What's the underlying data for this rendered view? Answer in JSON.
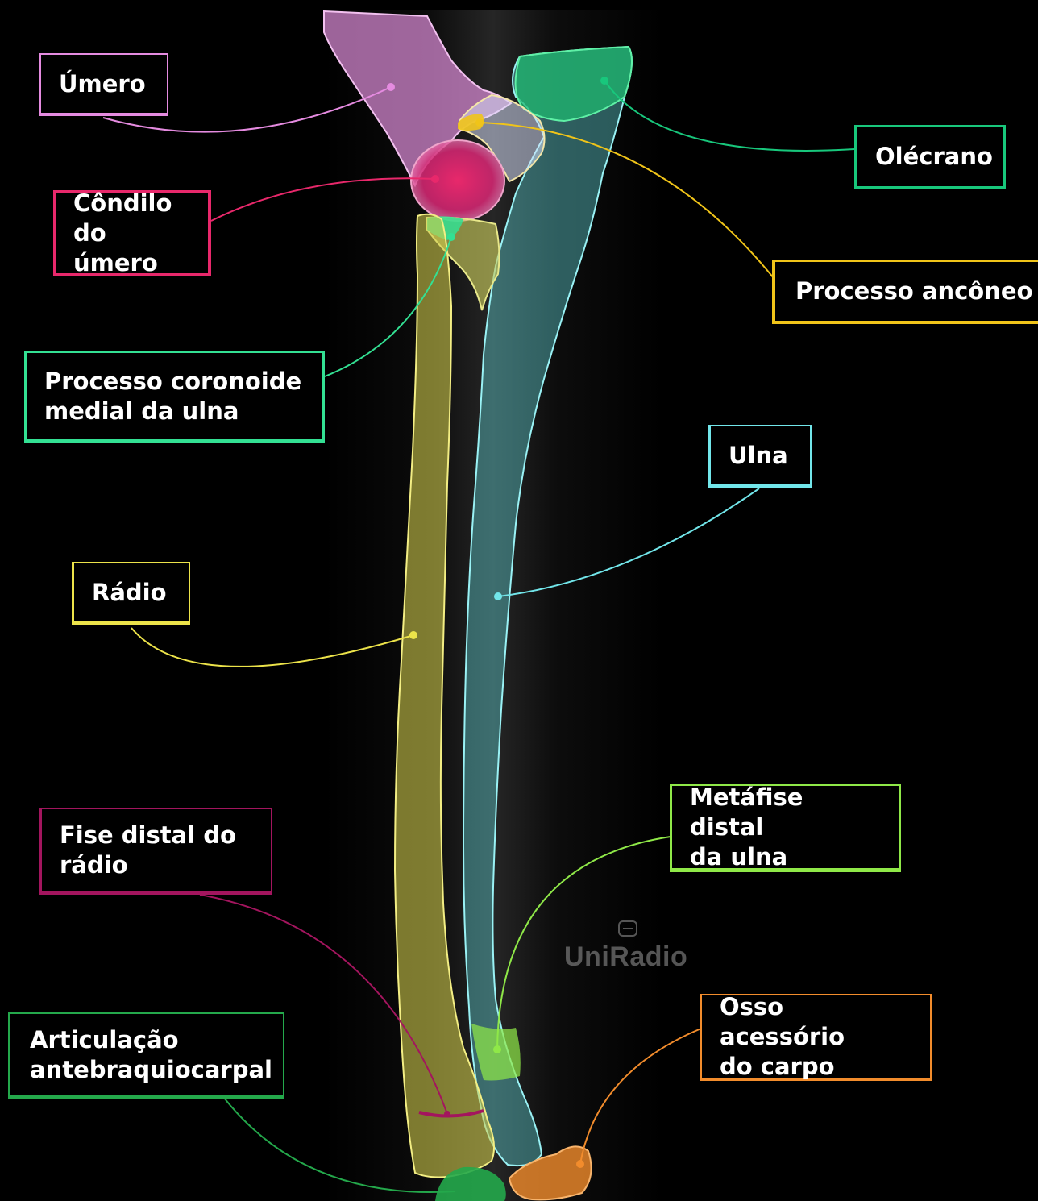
{
  "labels": {
    "umero": "Úmero",
    "condilo": "Côndilo\ndo úmero",
    "coronoide": "Processo coronoide\nmedial da ulna",
    "radio": "Rádio",
    "fise": "Fise distal do\nrádio",
    "articulacao": "Articulação\nantebraquiocarpal",
    "olecrano": "Olécrano",
    "anconeo": "Processo ancôneo",
    "ulna": "Ulna",
    "metafise": "Metáfise distal\nda ulna",
    "acessorio": "Osso acessório\ndo carpo"
  },
  "colors": {
    "umero": "#e58be0",
    "condilo": "#e8286b",
    "coronoide": "#33e093",
    "radio": "#ece34a",
    "fise": "#a3155e",
    "articulacao": "#24a84b",
    "olecrano": "#18c77c",
    "anconeo": "#f0c419",
    "ulna": "#72e6ea",
    "metafise": "#8fe848",
    "acessorio": "#f28c2c",
    "watermark": "#9a9a9a"
  },
  "watermark": "UniRadio",
  "watermark_icon": "uniradio-logo-icon"
}
